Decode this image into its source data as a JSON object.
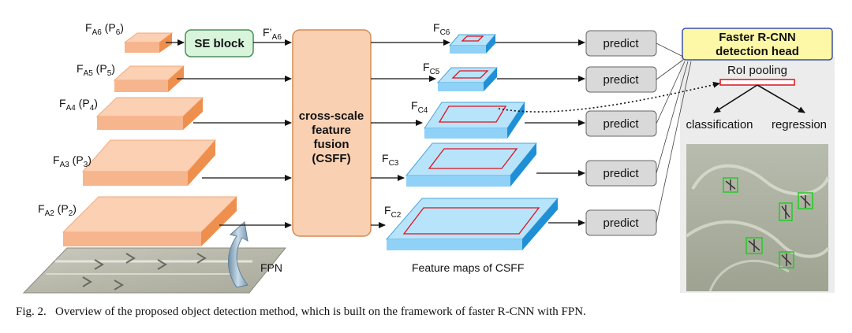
{
  "backbone_labels": [
    {
      "main": "F",
      "sub": "A6",
      "tail": " (P",
      "tail_sub": "6",
      "end": ")"
    },
    {
      "main": "F",
      "sub": "A5",
      "tail": " (P",
      "tail_sub": "5",
      "end": ")"
    },
    {
      "main": "F",
      "sub": "A4",
      "tail": " (P",
      "tail_sub": "4",
      "end": ")"
    },
    {
      "main": "F",
      "sub": "A3",
      "tail": " (P",
      "tail_sub": "3",
      "end": ")"
    },
    {
      "main": "F",
      "sub": "A2",
      "tail": " (P",
      "tail_sub": "2",
      "end": ")"
    }
  ],
  "se_block": {
    "label": "SE block",
    "output_main": "F’",
    "output_sub": "A6"
  },
  "csff": {
    "lines": [
      "cross-scale",
      "feature",
      "fusion",
      "(CSFF)"
    ]
  },
  "csff_maps": [
    {
      "main": "F",
      "sub": "C6"
    },
    {
      "main": "F",
      "sub": "C5"
    },
    {
      "main": "F",
      "sub": "C4"
    },
    {
      "main": "F",
      "sub": "C3"
    },
    {
      "main": "F",
      "sub": "C2"
    }
  ],
  "predict_label": "predict",
  "fpn_label": "FPN",
  "feature_maps_caption": "Feature maps of CSFF",
  "head": {
    "title_line1": "Faster R-CNN",
    "title_line2": "detection head",
    "roi_label": "RoI pooling",
    "classification": "classification",
    "regression": "regression"
  },
  "colors": {
    "backbone": "#f7b58e",
    "csff_block": "#f9d0b2",
    "se_block": "#d8f5dc",
    "csff_maps": "#8fd1f7",
    "predict": "#d9d9d9",
    "head_title": "#fdf7a8",
    "head_panel": "#ececec",
    "roi_box": "#e0101e"
  },
  "figure_caption": {
    "prefix": "Fig. 2.",
    "text": "Overview of the proposed object detection method, which is built on the framework of faster R-CNN with FPN."
  }
}
